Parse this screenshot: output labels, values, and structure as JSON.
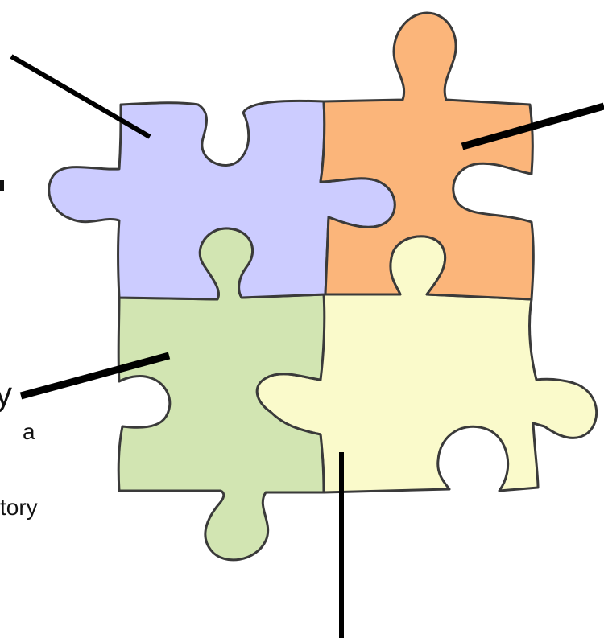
{
  "labels": {
    "green_heading_fragment": "y",
    "green_line1_fragment": "a",
    "green_line2_fragment": "tory"
  },
  "colors": {
    "purple_piece": "#CCCCFF",
    "orange_piece": "#FBB57A",
    "green_piece": "#D2E5B2",
    "yellow_piece": "#FAFACB",
    "outline": "#3A3A3A",
    "leader_line": "#000000"
  }
}
